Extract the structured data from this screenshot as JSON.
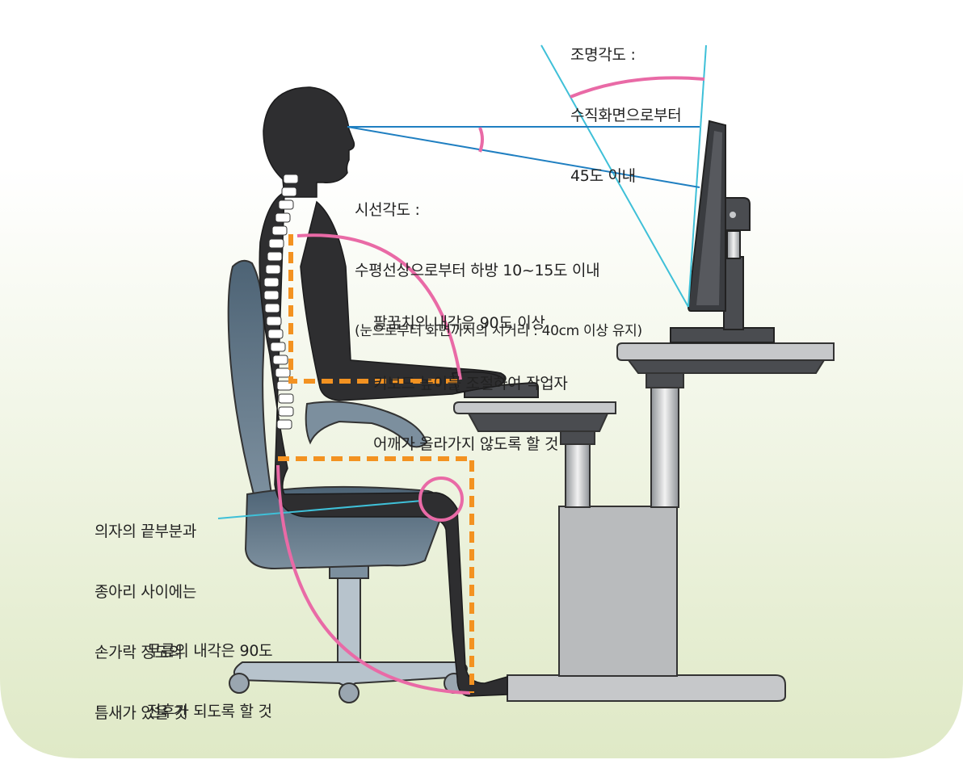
{
  "annotations": {
    "lighting": {
      "lines": [
        "조명각도 :",
        "수직화면으로부터",
        "45도 이내"
      ]
    },
    "gaze": {
      "lines": [
        "시선각도 :",
        "수평선상으로부터 하방 10~15도 이내",
        "(눈으로부터 화면까지의 시거리 : 40cm 이상 유지)"
      ]
    },
    "elbow": {
      "lines": [
        "팔꿈치의 내각은 90도 이상",
        "키보드 높이를 조절하여 작업자",
        "어깨가 올라가지 않도록 할 것"
      ]
    },
    "seat_gap": {
      "lines": [
        "의자의 끝부분과",
        "종아리 사이에는",
        "손가락 정도의",
        "틈새가 있을 것"
      ]
    },
    "knee": {
      "lines": [
        "무릎의 내각은 90도",
        "전후가 되도록 할 것"
      ]
    }
  },
  "colors": {
    "background_gradient_top": "#ffffff",
    "background_gradient_bottom": "#dfe9c6",
    "silhouette": "#2e2e30",
    "chair": "#5a6f82",
    "chair_light": "#b7c3cc",
    "desk": "#c6c8ca",
    "desk_dark": "#4a4c50",
    "guide_orange": "#f39221",
    "arc_pink": "#e96aa6",
    "sight_line_blue": "#1f7fc1",
    "light_line_cyan": "#3fc0d8",
    "spine": "#ffffff"
  }
}
